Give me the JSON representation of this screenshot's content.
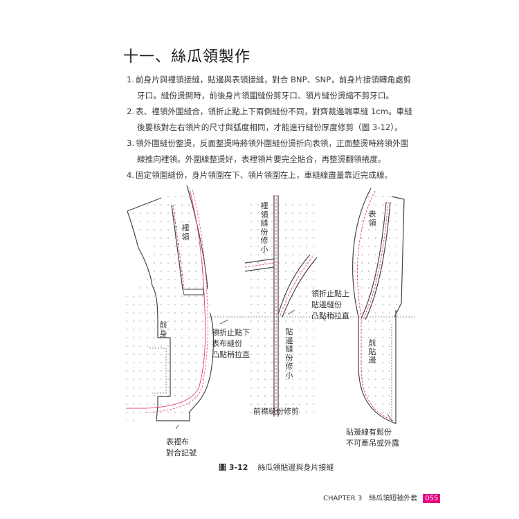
{
  "heading": "十一、絲瓜領製作",
  "steps": [
    {
      "num": "1.",
      "line1": "前身片與裡領接縫，貼邊與表領接縫，對合 BNP、SNP，前身片接領轉角處剪",
      "line2": "牙口。縫份燙開時，前後身片領圍縫份剪牙口、領片縫份燙縮不剪牙口。"
    },
    {
      "num": "2.",
      "line1": "表、裡領外圍縫合，領折止點上下兩側縫份不同，對齊裁邊端車縫 1cm。車縫",
      "line2": "後要核對左右領片的尺寸與弧度相同，才能進行縫份厚度修剪（圖 3-12）。"
    },
    {
      "num": "3.",
      "line1": "領外圍縫份整燙，反面整燙時將領外圍縫份燙折向表領，正面整燙時將領外圍",
      "line2": "線推向裡領。外圍線整燙好，表裡領片要完全貼合，再整燙翻領捲度。"
    },
    {
      "num": "4.",
      "line1": "固定領圍縫份，身片領圍在下、領片領圍在上，車縫線盡量靠近完成線。",
      "line2": ""
    }
  ],
  "diagram": {
    "labels": {
      "inner_collar": "裡領",
      "front_body": "前身",
      "notch_below_1": "領折止點下",
      "notch_below_2": "表布縫份",
      "notch_below_3": "凸點稍拉直",
      "inner_collar_trim": "裡領縫份修小",
      "notch_above_1": "領折止點上",
      "notch_above_2": "貼邊縫份",
      "notch_above_3": "凸點稍拉直",
      "facing_trim": "貼邊縫份修小",
      "front_trim": "前襟縫份修剪",
      "outer_collar": "表領",
      "front_facing": "前貼邊",
      "match_mark_1": "表裡布",
      "match_mark_2": "對合記號",
      "facing_note_1": "貼邊線有鬆份",
      "facing_note_2": "不可牽吊或外露"
    },
    "colors": {
      "seam_pink": "#e8478c",
      "outline": "#444444",
      "dot": "#9a9a9a"
    }
  },
  "caption": {
    "fig": "圖 3-12",
    "text": "絲瓜領貼邊與身片接縫"
  },
  "footer": {
    "chapter": "CHAPTER 3",
    "chapter_title": "絲瓜領短袖外套",
    "page": "055",
    "page_color": "#e4007f"
  }
}
